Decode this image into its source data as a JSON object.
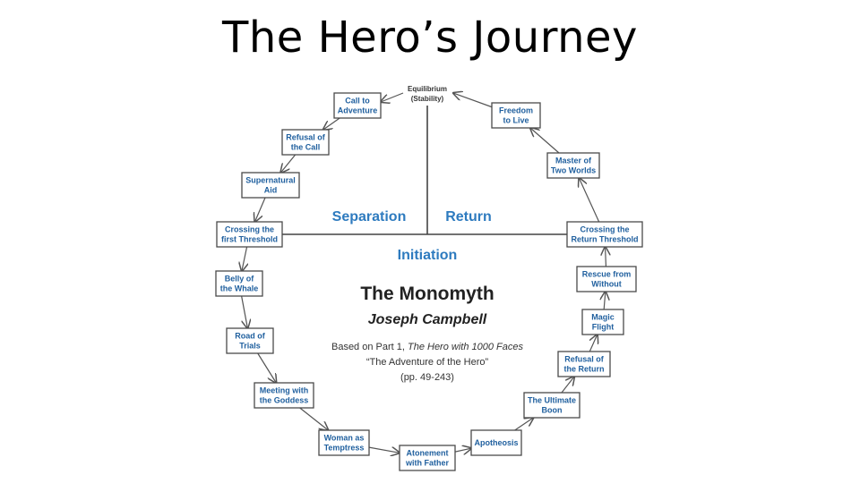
{
  "title": "The Hero’s Journey",
  "equilibrium": [
    "Equilibrium",
    "(Stability)"
  ],
  "phases": {
    "separation": "Separation",
    "return": "Return",
    "initiation": "Initiation"
  },
  "center": {
    "title": "The Monomyth",
    "author": "Joseph Campbell",
    "note_line1_prefix": "Based on Part 1, ",
    "note_line1_italic": "The Hero with 1000 Faces",
    "note_line2": "“The Adventure of the Hero”",
    "note_line3": "(pp. 49-243)"
  },
  "stages": [
    {
      "id": "call-to-adventure",
      "lines": [
        "Call to",
        "Adventure"
      ]
    },
    {
      "id": "refusal-of-the-call",
      "lines": [
        "Refusal of",
        "the Call"
      ]
    },
    {
      "id": "supernatural-aid",
      "lines": [
        "Supernatural",
        "Aid"
      ]
    },
    {
      "id": "crossing-the-first-threshold",
      "lines": [
        "Crossing the",
        "first Threshold"
      ]
    },
    {
      "id": "belly-of-the-whale",
      "lines": [
        "Belly of",
        "the Whale"
      ]
    },
    {
      "id": "road-of-trials",
      "lines": [
        "Road of",
        "Trials"
      ]
    },
    {
      "id": "meeting-with-the-goddess",
      "lines": [
        "Meeting with",
        "the Goddess"
      ]
    },
    {
      "id": "woman-as-temptress",
      "lines": [
        "Woman as",
        "Temptress"
      ]
    },
    {
      "id": "atonement-with-father",
      "lines": [
        "Atonement",
        "with Father"
      ]
    },
    {
      "id": "apotheosis",
      "lines": [
        "Apotheosis"
      ]
    },
    {
      "id": "the-ultimate-boon",
      "lines": [
        "The Ultimate",
        "Boon"
      ]
    },
    {
      "id": "refusal-of-the-return",
      "lines": [
        "Refusal of",
        "the Return"
      ]
    },
    {
      "id": "magic-flight",
      "lines": [
        "Magic",
        "Flight"
      ]
    },
    {
      "id": "rescue-from-without",
      "lines": [
        "Rescue from",
        "Without"
      ]
    },
    {
      "id": "crossing-the-return-threshold",
      "lines": [
        "Crossing the",
        "Return Threshold"
      ]
    },
    {
      "id": "master-of-two-worlds",
      "lines": [
        "Master of",
        "Two Worlds"
      ]
    },
    {
      "id": "freedom-to-live",
      "lines": [
        "Freedom",
        "to Live"
      ]
    }
  ]
}
